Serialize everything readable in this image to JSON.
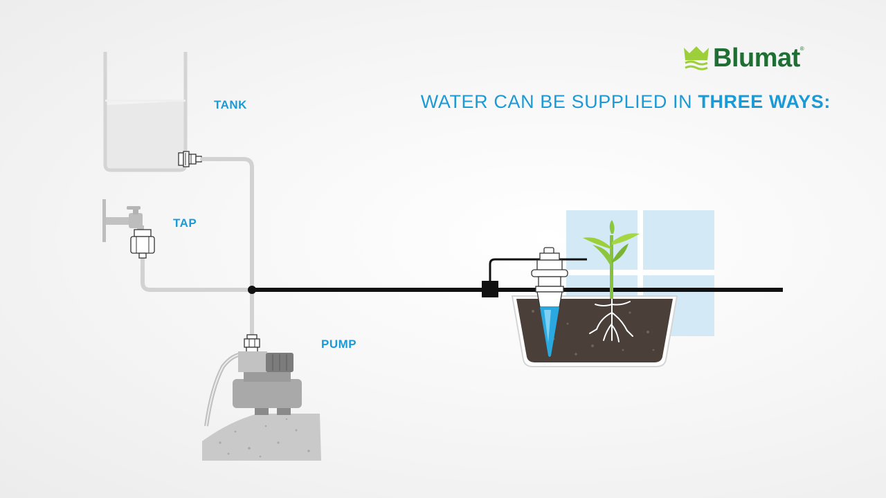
{
  "brand": {
    "name": "Blumat",
    "registered": "®",
    "colors": {
      "green_dark": "#1f6e34",
      "green_light": "#9ccf3a",
      "blue": "#1a9ad6"
    }
  },
  "headline": {
    "text_regular": "WATER CAN BE SUPPLIED IN ",
    "text_bold": "THREE WAYS:"
  },
  "labels": {
    "tank": "TANK",
    "tap": "TAP",
    "pump": "PUMP"
  },
  "icons": [
    "tank-icon",
    "tap-icon",
    "pump-icon",
    "plant-pot-icon",
    "water-sensor-icon",
    "window-icon",
    "pipe-connector-icon"
  ]
}
